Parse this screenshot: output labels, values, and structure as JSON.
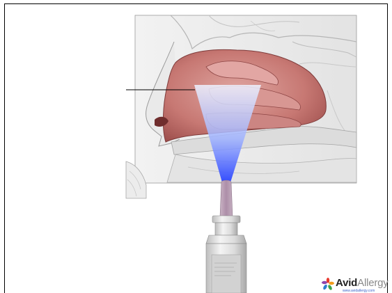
{
  "slide": {
    "logo": {
      "name_part1": "Avid",
      "name_part2": "Allergy",
      "url": "www.avidallergy.com",
      "colors": [
        "#e83a2f",
        "#f39c1d",
        "#3aa34a",
        "#2e7fd0",
        "#8e44ad"
      ]
    },
    "illustration": {
      "subject": "nasal-cavity-with-spray",
      "colors": {
        "tissue": "#c97a78",
        "tissue_dark": "#9b4a4a",
        "bone": "#e6e6e6",
        "spray_top": "#e9efff",
        "spray_bottom": "#2c4cff",
        "nozzle": "#b79ab2",
        "bottle": "#e8e8e8"
      }
    }
  }
}
